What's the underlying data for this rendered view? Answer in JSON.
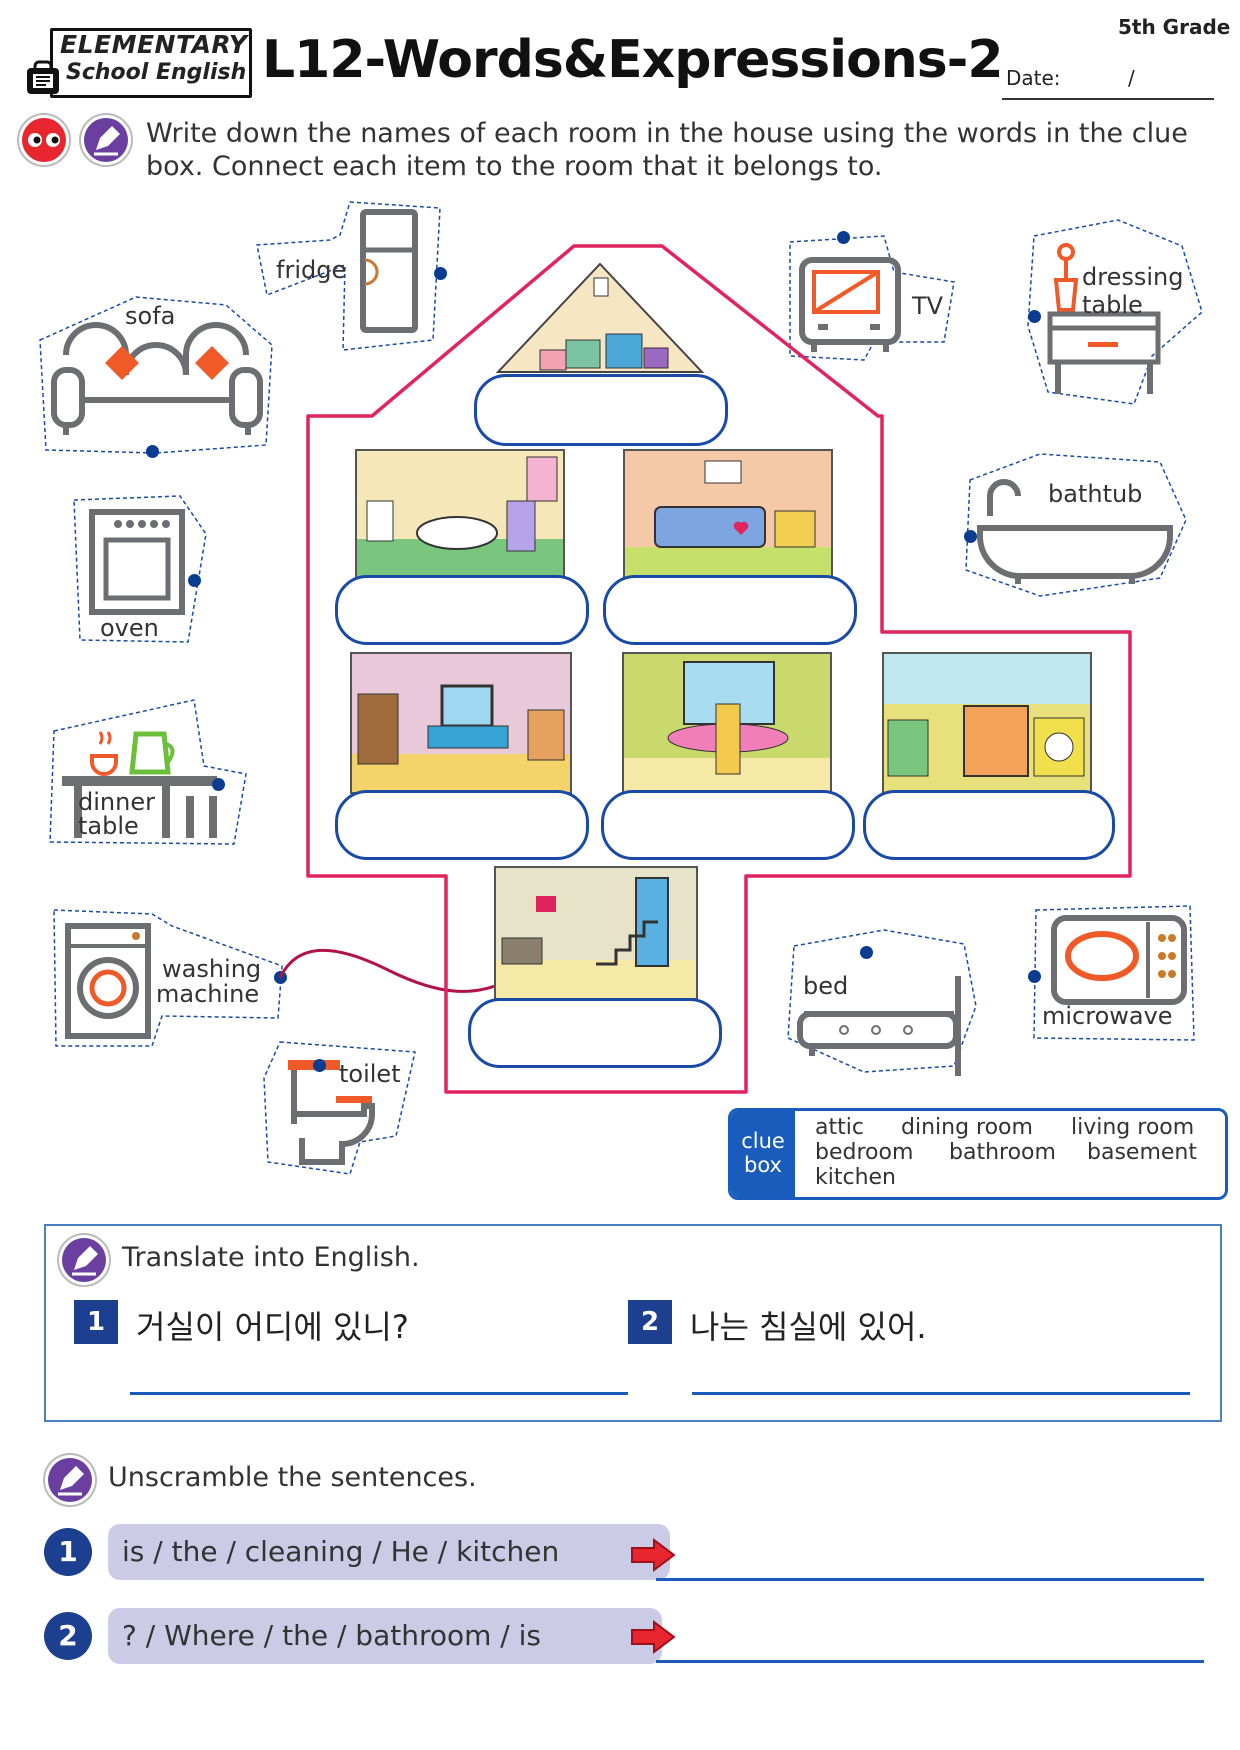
{
  "header": {
    "logo_line1": "ELEMENTARY",
    "logo_line2": "School English",
    "title": "L12-Words&Expressions-2",
    "grade": "5th Grade",
    "date_label": "Date:",
    "date_slash": "/"
  },
  "instruction": "Write down the names of each room in the house using the words in the clue box. Connect each item to the room that it belongs to.",
  "items": {
    "fridge": "fridge",
    "sofa": "sofa",
    "oven": "oven",
    "dinner_table_1": "dinner",
    "dinner_table_2": "table",
    "washing_machine_1": "washing",
    "washing_machine_2": "machine",
    "toilet": "toilet",
    "tv": "TV",
    "dressing_table_1": "dressing",
    "dressing_table_2": "table",
    "bathtub": "bathtub",
    "bed": "bed",
    "microwave": "microwave"
  },
  "clue_box": {
    "tab_line1": "clue",
    "tab_line2": "box",
    "words": [
      "attic",
      "dining room",
      "living room",
      "bedroom",
      "bathroom",
      "basement",
      "kitchen"
    ]
  },
  "translate": {
    "title": "Translate into English.",
    "q1_num": "1",
    "q1": "거실이 어디에 있니?",
    "q2_num": "2",
    "q2": "나는 침실에 있어."
  },
  "unscramble": {
    "title": "Unscramble the sentences.",
    "q1_num": "1",
    "q1": "is / the / cleaning / He / kitchen",
    "q2_num": "2",
    "q2": "? / Where / the / bathroom / is"
  },
  "colors": {
    "house_outline": "#e0245e",
    "answer_border": "#1a4aa8",
    "accent_blue": "#1d3f8f",
    "icon_orange": "#f05a28",
    "icon_gray": "#6d6e71"
  }
}
